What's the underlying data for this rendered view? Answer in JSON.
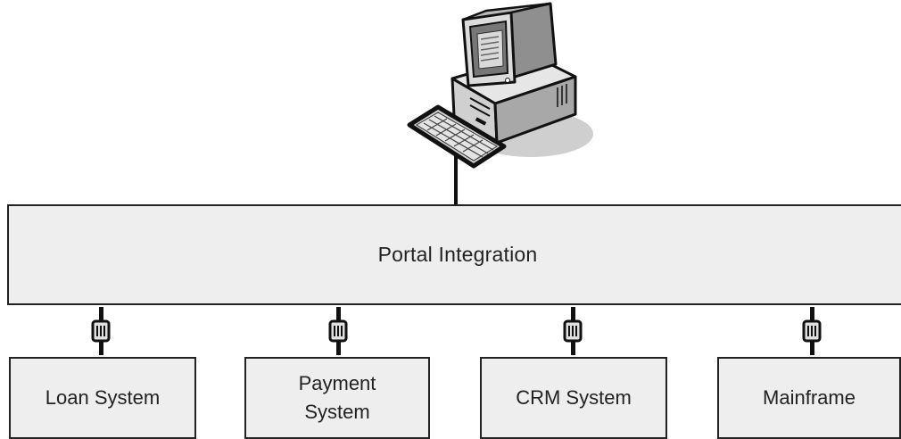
{
  "portal": {
    "label": "Portal Integration"
  },
  "systems": [
    {
      "label": "Loan System"
    },
    {
      "label": "Payment\nSystem"
    },
    {
      "label": "CRM System"
    },
    {
      "label": "Mainframe"
    }
  ],
  "icons": {
    "workstation": "desktop-computer-icon",
    "connector": "network-plug-icon"
  },
  "colors": {
    "box_fill": "#eeeeee",
    "outline": "#222222"
  }
}
